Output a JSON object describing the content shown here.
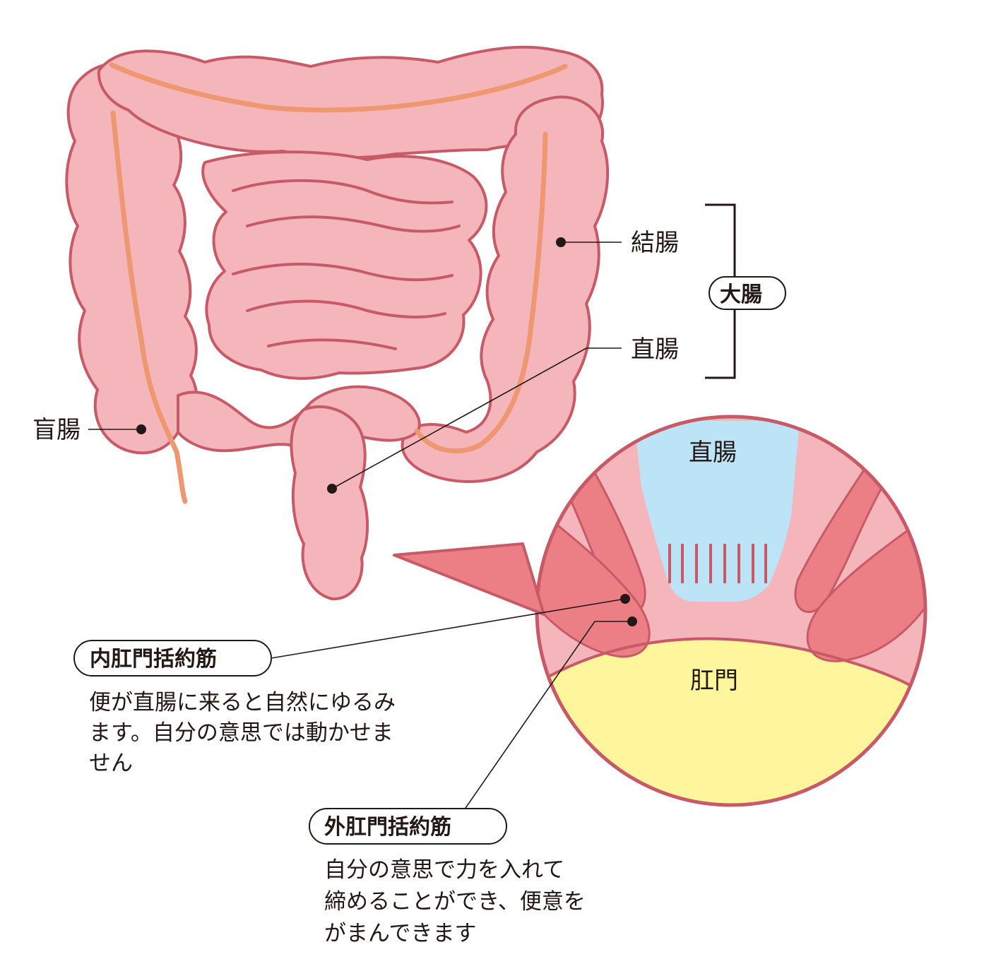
{
  "colors": {
    "bowel_fill": "#f5b6bb",
    "bowel_stroke": "#c75a66",
    "vessel": "#ee9770",
    "muscle": "#ec7f86",
    "rectum_lumen": "#bde3f7",
    "anus_area": "#fff59c",
    "text": "#231815"
  },
  "labels": {
    "colon": "結腸",
    "large_intestine": "大腸",
    "rectum": "直腸",
    "cecum": "盲腸"
  },
  "inset": {
    "rectum_label": "直腸",
    "anus_label": "肛門"
  },
  "internal_sphincter": {
    "title": "内肛門括約筋",
    "lines": [
      "便が直腸に来ると自然にゆるみ",
      "ます。自分の意思では動かせま",
      "せん"
    ]
  },
  "external_sphincter": {
    "title": "外肛門括約筋",
    "lines": [
      "自分の意思で力を入れて",
      "締めることができ、便意を",
      "がまんできます"
    ]
  }
}
